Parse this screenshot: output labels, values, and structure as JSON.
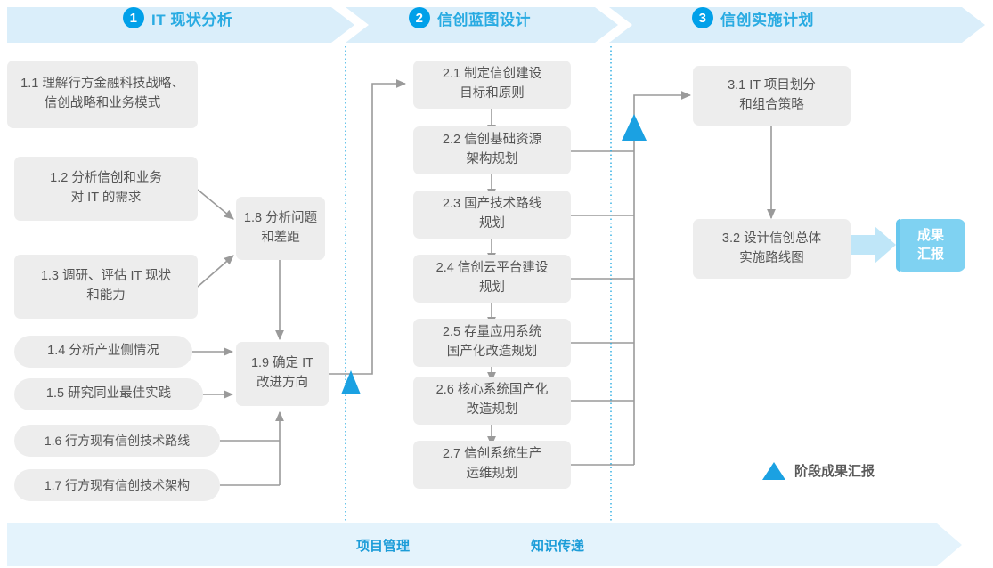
{
  "diagram": {
    "title_phases": [
      {
        "num": "1",
        "label": "IT 现状分析"
      },
      {
        "num": "2",
        "label": "信创蓝图设计"
      },
      {
        "num": "3",
        "label": "信创实施计划"
      }
    ],
    "colors": {
      "band_fill": "#DAEEFA",
      "band_fill_footer": "#E4F3FC",
      "accent": "#00A0E9",
      "accent_text": "#29ABE2",
      "box_fill": "#EDEDED",
      "box_text": "#555555",
      "connector": "#9A9A9A",
      "divider": "#29ABE2",
      "result_fill": "#7FD2F2",
      "result_arrow": "#BFE6F8",
      "milestone": "#1BA1E2"
    },
    "phase1_boxes": [
      {
        "id": "1.1",
        "text": "1.1 理解行方金融科技战略、\n信创战略和业务模式"
      },
      {
        "id": "1.2",
        "text": "1.2 分析信创和业务\n对 IT 的需求"
      },
      {
        "id": "1.3",
        "text": "1.3 调研、评估 IT 现状\n和能力"
      },
      {
        "id": "1.4",
        "text": "1.4 分析产业侧情况"
      },
      {
        "id": "1.5",
        "text": "1.5 研究同业最佳实践"
      },
      {
        "id": "1.6",
        "text": "1.6 行方现有信创技术路线"
      },
      {
        "id": "1.7",
        "text": "1.7 行方现有信创技术架构"
      },
      {
        "id": "1.8",
        "text": "1.8 分析问题\n和差距"
      },
      {
        "id": "1.9",
        "text": "1.9 确定 IT\n改进方向"
      }
    ],
    "phase2_boxes": [
      {
        "id": "2.1",
        "text": "2.1 制定信创建设\n目标和原则"
      },
      {
        "id": "2.2",
        "text": "2.2 信创基础资源\n架构规划"
      },
      {
        "id": "2.3",
        "text": "2.3 国产技术路线\n规划"
      },
      {
        "id": "2.4",
        "text": "2.4 信创云平台建设\n规划"
      },
      {
        "id": "2.5",
        "text": "2.5 存量应用系统\n国产化改造规划"
      },
      {
        "id": "2.6",
        "text": "2.6 核心系统国产化\n改造规划"
      },
      {
        "id": "2.7",
        "text": "2.7 信创系统生产\n运维规划"
      }
    ],
    "phase3_boxes": [
      {
        "id": "3.1",
        "text": "3.1 IT 项目划分\n和组合策略"
      },
      {
        "id": "3.2",
        "text": "3.2 设计信创总体\n实施路线图"
      }
    ],
    "result": {
      "text": "成果\n汇报"
    },
    "legend": {
      "label": "阶段成果汇报"
    },
    "footer": {
      "labels": [
        "项目管理",
        "知识传递"
      ]
    }
  }
}
